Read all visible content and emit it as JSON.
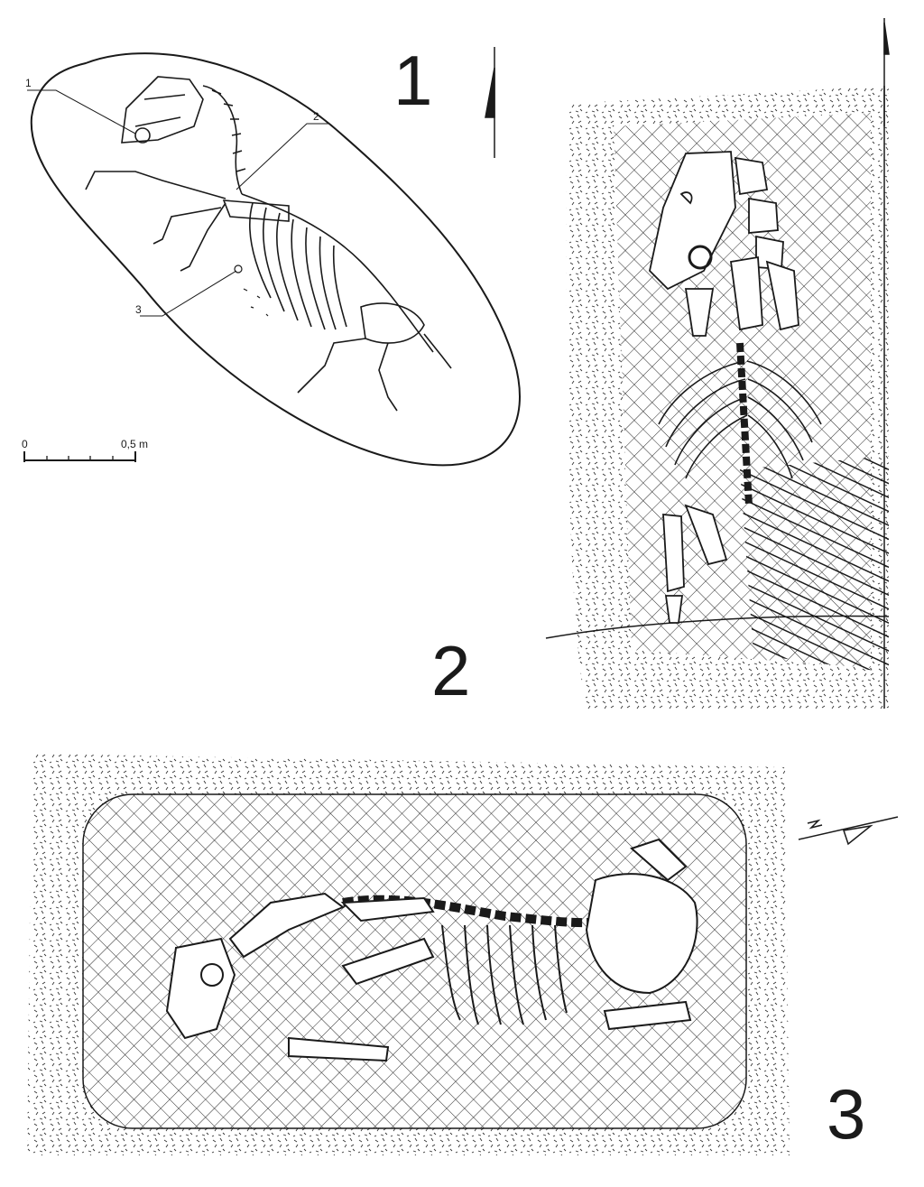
{
  "panels": [
    {
      "number": "1"
    },
    {
      "number": "2"
    },
    {
      "number": "3"
    }
  ],
  "callouts": [
    "1",
    "2",
    "3"
  ],
  "scale_bar": {
    "start_label": "0",
    "end_label": "0,5 m"
  },
  "colors": {
    "ink": "#1a1a1a",
    "paper": "#ffffff"
  },
  "icons": [
    "north-arrow-icon",
    "north-arrow-icon",
    "north-arrow-icon"
  ]
}
